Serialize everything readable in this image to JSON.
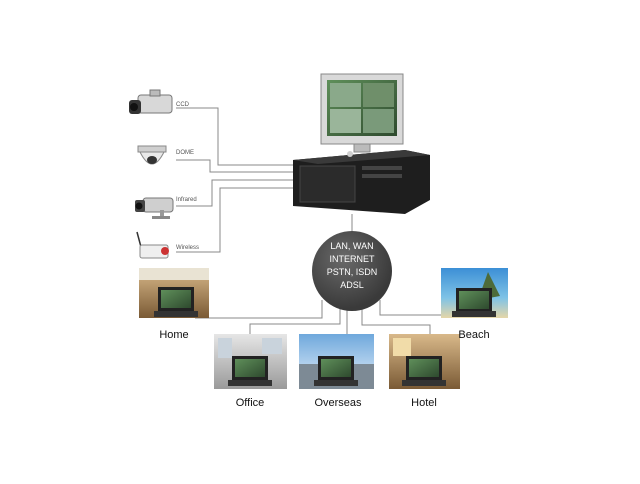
{
  "cameras": {
    "ccd": "CCD",
    "dome": "DOME",
    "infrared": "Infrared",
    "wireless": "Wireless"
  },
  "network": [
    "LAN, WAN",
    "INTERNET",
    "PSTN, ISDN",
    "ADSL"
  ],
  "locations": {
    "home": "Home",
    "beach": "Beach",
    "office": "Office",
    "overseas": "Overseas",
    "hotel": "Hotel"
  }
}
